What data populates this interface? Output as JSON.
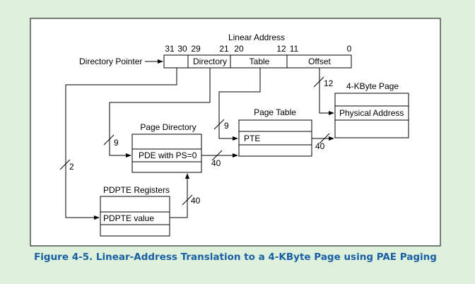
{
  "linear_address": {
    "title": "Linear Address",
    "bit_labels": [
      "31",
      "30",
      "29",
      "21",
      "20",
      "12",
      "11",
      "0"
    ],
    "fields": [
      "Directory",
      "Table",
      "Offset"
    ]
  },
  "directory_pointer_label": "Directory Pointer",
  "page_directory": {
    "title": "Page Directory",
    "entry": "PDE with PS=0"
  },
  "page_table": {
    "title": "Page Table",
    "entry": "PTE"
  },
  "page": {
    "title": "4-KByte Page",
    "entry": "Physical Address"
  },
  "pdpte": {
    "title": "PDPTE Registers",
    "entry": "PDPTE value"
  },
  "bus_widths": {
    "pdpte_index": "2",
    "directory_index": "9",
    "table_index": "9",
    "offset": "12",
    "pdpte_to_pd": "40",
    "pd_to_pt": "40",
    "pt_to_page": "40"
  },
  "caption": "Figure 4-5.  Linear-Address Translation to a 4-KByte Page using PAE Paging",
  "colors": {
    "background": "#dcf0dc",
    "caption": "#1a5ea3",
    "panel": "#ffffff",
    "line": "#000000"
  }
}
